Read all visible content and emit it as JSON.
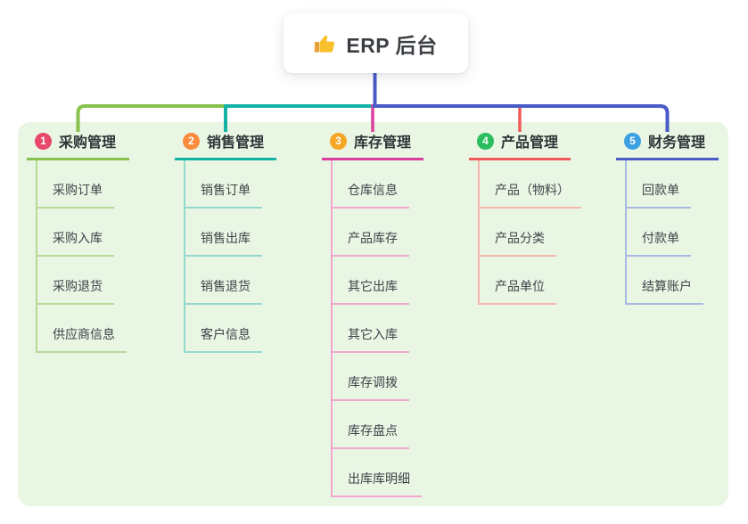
{
  "root": {
    "title": "ERP 后台",
    "icon": "thumbs-up"
  },
  "colors": {
    "page_background": "#ffffff",
    "panel_background": "#e8f6e3",
    "trunk_line": "#4a5ac6",
    "root_text": "#3b3f44",
    "header_text": "#2f3438",
    "child_text": "#3f444a",
    "thumb_main": "#f7c02c",
    "thumb_cuff": "#e9a13b"
  },
  "branches": [
    {
      "index": "1",
      "label": "采购管理",
      "badge_color": "#e9486b",
      "line_color": "#88c14b",
      "child_line_color": "#b7da99",
      "children": [
        "采购订单",
        "采购入库",
        "采购退货",
        "供应商信息"
      ]
    },
    {
      "index": "2",
      "label": "销售管理",
      "badge_color": "#fb8b3c",
      "line_color": "#13b2a4",
      "child_line_color": "#96d8cf",
      "children": [
        "销售订单",
        "销售出库",
        "销售退货",
        "客户信息"
      ]
    },
    {
      "index": "3",
      "label": "库存管理",
      "badge_color": "#f5a624",
      "line_color": "#dc3f9e",
      "child_line_color": "#f2a7d1",
      "children": [
        "仓库信息",
        "产品库存",
        "其它出库",
        "其它入库",
        "库存调拨",
        "库存盘点",
        "出库库明细"
      ]
    },
    {
      "index": "4",
      "label": "产品管理",
      "badge_color": "#29bd5f",
      "line_color": "#f15a58",
      "child_line_color": "#f6b5ad",
      "children": [
        "产品（物料）",
        "产品分类",
        "产品单位"
      ]
    },
    {
      "index": "5",
      "label": "财务管理",
      "badge_color": "#3ba1e3",
      "line_color": "#4a5ac6",
      "child_line_color": "#a9bae0",
      "children": [
        "回款单",
        "付款单",
        "结算账户"
      ]
    }
  ]
}
